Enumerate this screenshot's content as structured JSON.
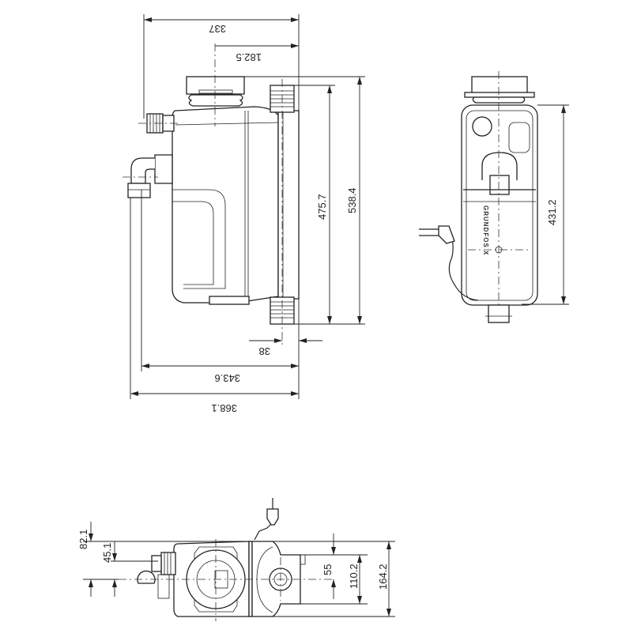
{
  "drawing": {
    "side_view": {
      "dimensions": {
        "overall_width_top": "337",
        "inlet_offset": "182.5",
        "inner_height": "475.7",
        "overall_height": "538.4",
        "front_offset": "38",
        "width_to_outlet": "343.6",
        "overall_width_bottom": "368.1"
      }
    },
    "front_view": {
      "dimensions": {
        "body_height": "431.2"
      },
      "logo_text": "GRUNDFOS X"
    },
    "top_view": {
      "dimensions": {
        "outlet_height_a": "82.1",
        "outlet_height_b": "45.1",
        "inlet_center": "55",
        "inlet_span": "110.2",
        "overall_depth": "164.2"
      }
    }
  }
}
